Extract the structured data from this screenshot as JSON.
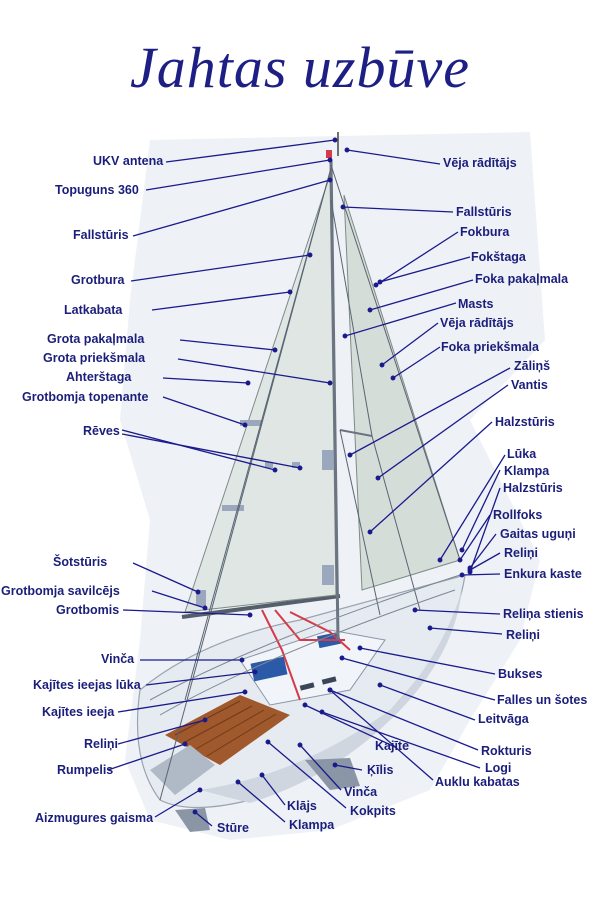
{
  "title": "Jahtas uzbūve",
  "labels": {
    "ukv_antena": "UKV antena",
    "topuguns_360": "Topuguns 360",
    "fallsturis_left": "Fallstūris",
    "grotbura": "Grotbura",
    "latkabata": "Latkabata",
    "grota_pakalmala": "Grota pakaļmala",
    "grota_priekshmala": "Grota priekšmala",
    "ahterstaga": "Ahterštaga",
    "grotbomja_topenante": "Grotbomja topenante",
    "reves": "Rēves",
    "shotsturis": "Šotstūris",
    "grotbomja_savilcejs": "Grotbomja savilcējs",
    "grotbomis": "Grotbomis",
    "vinca_left": "Vinča",
    "kajites_ieejas_luka": "Kajītes ieejas lūka",
    "kajites_ieeja": "Kajītes ieeja",
    "relini_left": "Reliņi",
    "rumpelis": "Rumpelis",
    "aizmugures_gaisma": "Aizmugures gaisma",
    "sture": "Stūre",
    "klajs": "Klājs",
    "klampa_bottom": "Klampa",
    "vinca_bottom": "Vinča",
    "kokpits": "Kokpits",
    "kilis": "Ķīlis",
    "kajite": "Kajīte",
    "auklu_kabatas": "Auklu kabatas",
    "logi": "Logi",
    "rokturis": "Rokturis",
    "leitvaga": "Leitvāga",
    "falles_un_shotes": "Falles un šotes",
    "bukses": "Bukses",
    "relini_right2": "Reliņi",
    "relina_stienis": "Reliņa stienis",
    "enkura_kaste": "Enkura kaste",
    "relini_right1": "Reliņi",
    "gaitas_uguni": "Gaitas uguņi",
    "rollfoks": "Rollfoks",
    "halzsturis_lower": "Halzstūris",
    "klampa_right": "Klampa",
    "luka": "Lūka",
    "halzsturis_upper": "Halzstūris",
    "vantis": "Vantis",
    "zalins": "Zāliņš",
    "foka_priekshmala": "Foka priekšmala",
    "veja_raditajs_mid": "Vēja rādītājs",
    "masts": "Masts",
    "foka_pakalmala": "Foka pakaļmala",
    "fokstaga": "Fokštaga",
    "fokbura": "Fokbura",
    "fallsturis_right": "Fallstūris",
    "veja_raditajs_top": "Vēja rādītājs"
  },
  "colors": {
    "title": "#1e1f85",
    "label": "#1b1e7a",
    "leader": "#1a1a8c",
    "sail": "#dfe6e4",
    "hull": "#e9edf2",
    "backdrop": "#eef1f6",
    "deck_wood": "#a0592c",
    "rigging_red": "#d63a4a",
    "cabin_blue": "#2b5aa8"
  }
}
